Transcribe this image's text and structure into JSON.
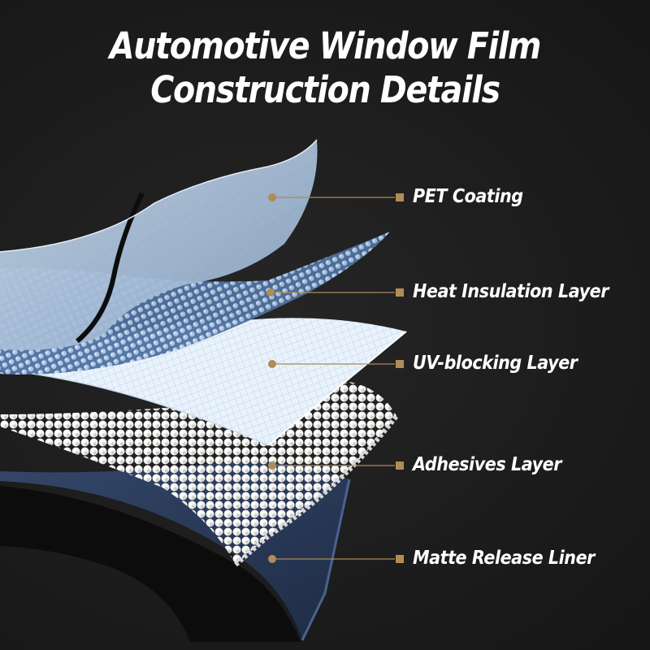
{
  "title": {
    "line1": "Automotive Window Film",
    "line2": "Construction Details"
  },
  "layers": [
    {
      "label": "PET Coating"
    },
    {
      "label": "Heat Insulation Layer"
    },
    {
      "label": "UV-blocking Layer"
    },
    {
      "label": "Adhesives Layer"
    },
    {
      "label": "Matte Release Liner"
    }
  ],
  "colors": {
    "background": "#1d1d1d",
    "callout_line": "#a88a5a",
    "callout_dot": "#b08d57",
    "pet": "#a9bfd8",
    "mesh": "#6f93c0",
    "uv": "#e9f2fb",
    "adhesive": "#f2f2f0",
    "liner": "#2f4466"
  }
}
